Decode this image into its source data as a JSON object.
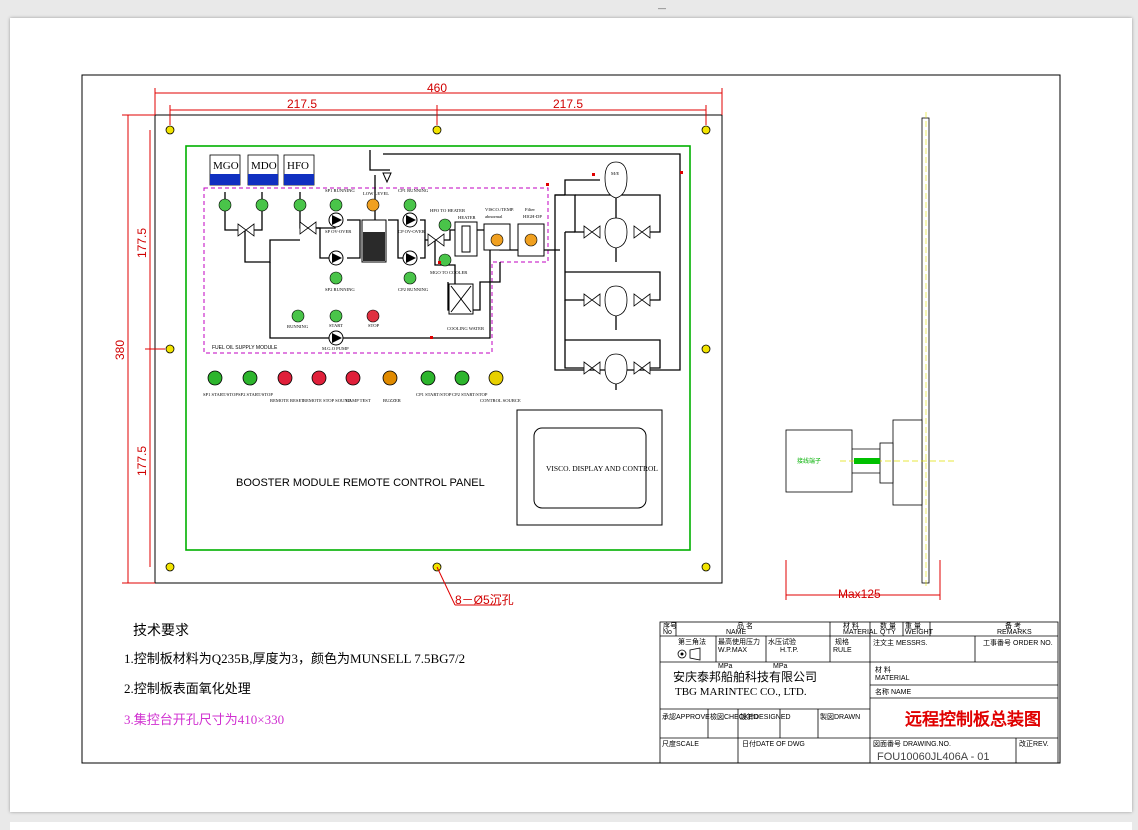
{
  "top_mark": "—",
  "dimensions": {
    "overall_width": "460",
    "half_left": "217.5",
    "half_right": "217.5",
    "height": "380",
    "half_top": "177.5",
    "half_bottom": "177.5",
    "holes": "8－Ø5沉孔",
    "depth": "Max125"
  },
  "tanks": [
    "MGO",
    "MDO",
    "HFO"
  ],
  "module_label": "FUEL OIL SUPPLY MODULE",
  "process_labels": {
    "sp1_running": "SP1 RUNNING",
    "sp1_over": "SP OV-OVER",
    "sp2_running": "SP2 RUNNING",
    "low_level": "LOW LEVEL",
    "cp1_running": "CP1 RUNNING",
    "cp_over": "CP OV-OVER",
    "cp2_running": "CP2 RUNNING",
    "hfo_to_heater": "HFO TO HEATER",
    "mgo_to_cooler": "MGO TO COOLER",
    "heater": "HEATER",
    "visco": "VISCO./TEMP.",
    "abnormal": "abnormal",
    "filter": "Filter",
    "filter_sub": "HIGH-DP",
    "cooling_water": "COOLING WATER",
    "running": "RUNNING",
    "start": "START",
    "stop": "STOP",
    "mgo_pump": "M.G.O PUMP",
    "engine": "M/E"
  },
  "buttons": [
    {
      "label": "SP1 START/STOP",
      "color": "#2db52d"
    },
    {
      "label": "SP2 START/STOP",
      "color": "#2db52d"
    },
    {
      "label": "REMOTE RESET",
      "color": "#e0203a"
    },
    {
      "label": "REMOTE STOP SOUND",
      "color": "#e0203a"
    },
    {
      "label": "LAMP TEST",
      "color": "#e0203a"
    },
    {
      "label": "BUZZER",
      "color": "#e08a00"
    },
    {
      "label": "CP1 START/STOP",
      "color": "#2db52d"
    },
    {
      "label": "CP2 START/STOP",
      "color": "#2db52d"
    },
    {
      "label": "CONTROL SOURCE",
      "color": "#e8d000"
    }
  ],
  "panel_title": "BOOSTER MODULE REMOTE CONTROL PANEL",
  "visco_display": "VISCO. DISPLAY AND CONTROL",
  "side_label": "接线端子",
  "tech_req": {
    "title": "技术要求",
    "items": [
      "1.控制板材料为Q235B,厚度为3，颜色为MUNSELL 7.5BG7/2",
      "2.控制板表面氧化处理",
      "3.集控台开孔尺寸为410×330"
    ]
  },
  "title_block": {
    "no": "序号",
    "no_en": "No",
    "name": "品 名",
    "name_en": "NAME",
    "material": "材 料",
    "material_en": "MATERIAL",
    "qty": "数 量",
    "qty_en": "Q'TY",
    "weight": "重 量",
    "weight_en": "WEIGHT",
    "remarks": "备 考",
    "remarks_en": "REMARKS",
    "projection": "第三角法",
    "wp": "最高使用压力",
    "wp_en": "W.P.MAX",
    "wp_unit": "MPa",
    "htp": "水压试验",
    "htp_en": "H.T.P.",
    "htp_unit": "MPa",
    "rule": "规格",
    "rule_en": "RULE",
    "messrs": "注文主 MESSRS.",
    "order": "工事番号",
    "order_en": "ORDER NO.",
    "company_cn": "安庆泰邦船舶科技有限公司",
    "company_en": "TBG MARINTEC CO., LTD.",
    "material2": "材 料",
    "material2_en": "MATERIAL",
    "name2": "名称 NAME",
    "approve": "承認APPROVE",
    "checked": "檢図CHECKED",
    "designed": "設計DESIGNED",
    "drawn": "製図DRAWN",
    "drawing_title": "远程控制板总装图",
    "scale": "尺度SCALE",
    "date": "日付DATE OF DWG",
    "drawing_no_label": "図面番号 DRAWING.NO.",
    "drawing_no": "FOU10060JL406A - 01",
    "rev": "改正REV."
  },
  "colors": {
    "dimension": "#e00000",
    "frame": "#00b000",
    "module_outline": "#c000c0",
    "tank_header": "#1030c0",
    "title": "#e00000",
    "tech_item3": "#d030d0"
  }
}
